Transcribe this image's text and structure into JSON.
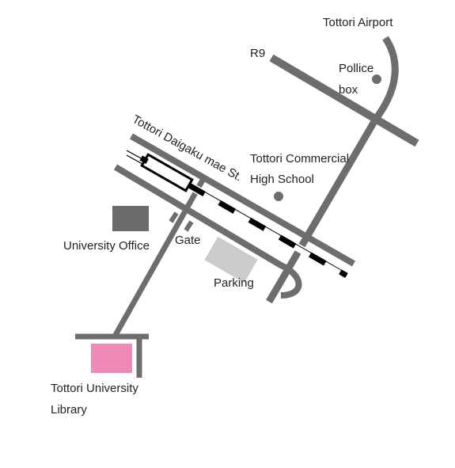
{
  "labels": {
    "airport": "Tottori Airport",
    "route": "R9",
    "police_line1": "Pollice",
    "police_line2": "box",
    "school_line1": "Tottori Commercial",
    "school_line2": "High School",
    "street": "Tottori Daigaku mae St.",
    "office": "University Office",
    "gate": "Gate",
    "parking": "Parking",
    "library_line1": "Tottori University",
    "library_line2": "Library"
  },
  "colors": {
    "road": "#6d6d6d",
    "office_building": "#6b6b6b",
    "parking_lot": "#cccccc",
    "library_building": "#ef8ab8",
    "rail_dark": "#000000",
    "rail_light": "#ffffff"
  },
  "markers": [
    {
      "name": "police-box",
      "type": "circle"
    },
    {
      "name": "commercial-high-school",
      "type": "circle"
    }
  ]
}
